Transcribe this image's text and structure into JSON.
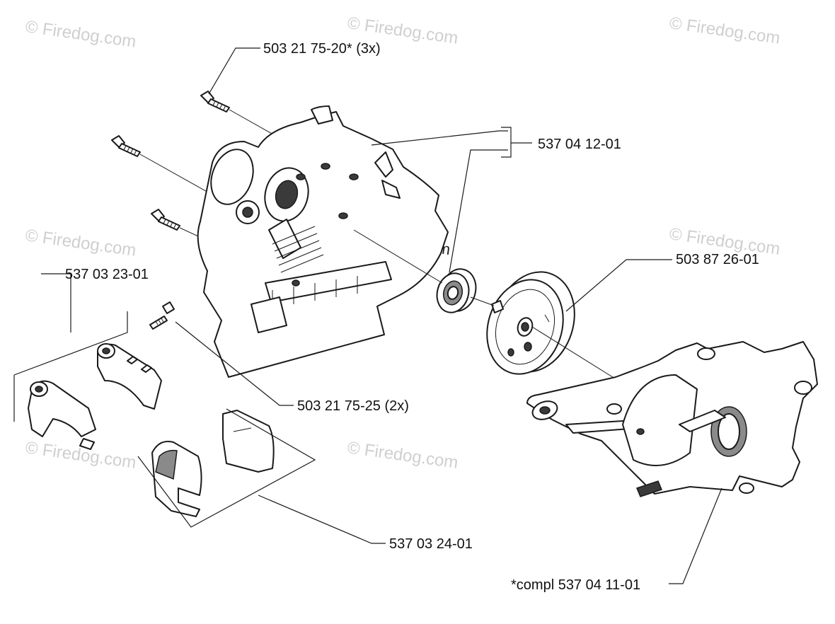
{
  "diagram": {
    "labels": {
      "screw_3x": "503 21 75-20* (3x)",
      "housing": "537 04 12-01",
      "clutch_drum": "503 87 26-01",
      "shield_upper": "537 03 23-01",
      "screw_2x": "503 21 75-25 (2x)",
      "shield_lower": "537 03 24-01",
      "complete": "*compl 537 04 11-01"
    },
    "watermark": "© Firedog.com",
    "line_color": "#1a1a1a",
    "watermark_color": "#cfcfcf"
  }
}
